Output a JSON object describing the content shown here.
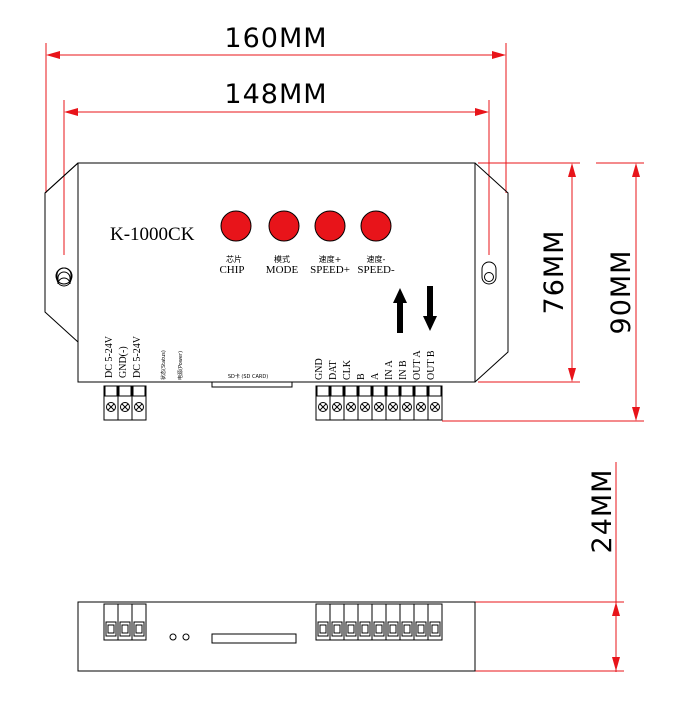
{
  "dimensions": {
    "width_160": "160MM",
    "width_148": "148MM",
    "height_76": "76MM",
    "height_90": "90MM",
    "depth_24": "24MM"
  },
  "device": {
    "model": "K-1000CK",
    "buttons": [
      {
        "cn": "芯片",
        "en": "CHIP"
      },
      {
        "cn": "模式",
        "en": "MODE"
      },
      {
        "cn": "速度+",
        "en": "SPEED+"
      },
      {
        "cn": "速度-",
        "en": "SPEED-"
      }
    ],
    "power_terminals": [
      "DC 5-24V",
      "GND(-)",
      "DC 5-24V"
    ],
    "indicators": [
      "状态(Status)",
      "电源(Power)"
    ],
    "sd_label": "SD卡 (SD CARD)",
    "signal_terminals": [
      "GND",
      "DAT",
      "CLK",
      "B",
      "A",
      "IN A",
      "IN B",
      "OUT A",
      "OUT B"
    ]
  },
  "colors": {
    "button_fill": "#e8141a",
    "dim_red": "#e8141a",
    "line": "#000000"
  }
}
